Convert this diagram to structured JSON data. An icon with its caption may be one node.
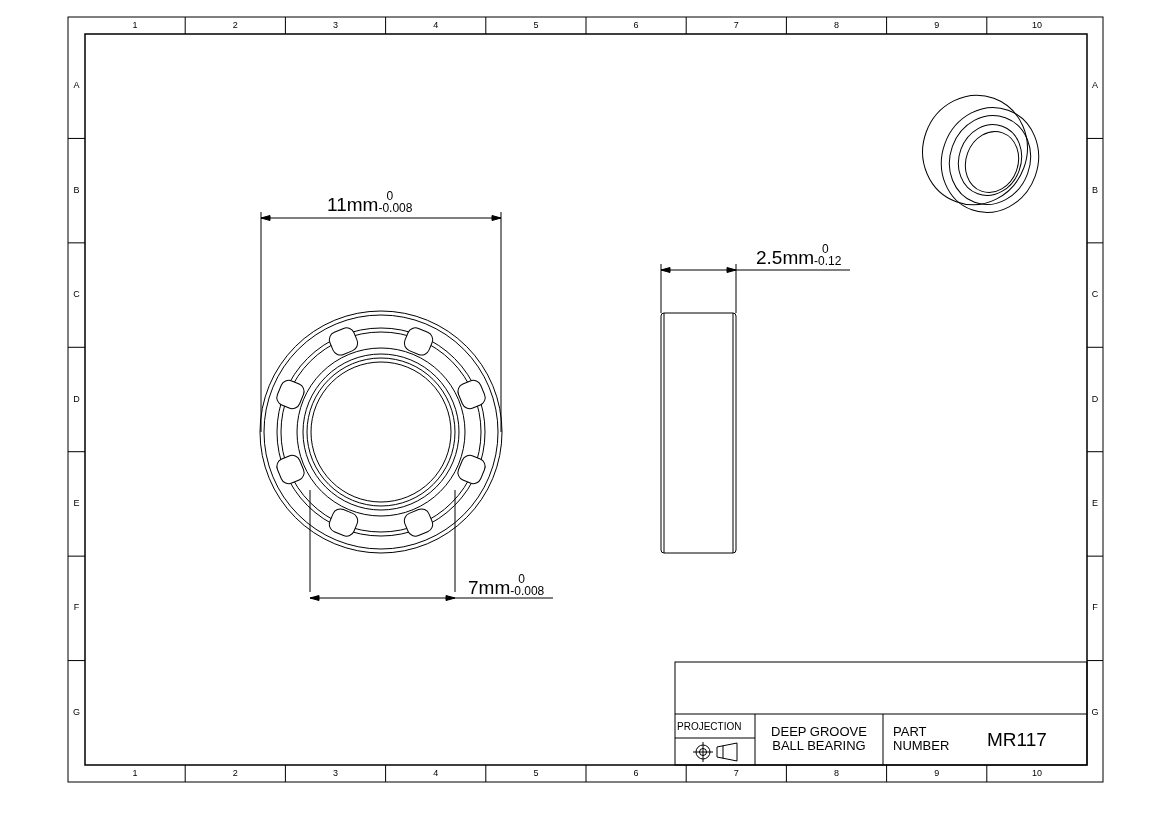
{
  "diagram": {
    "labels": [
      "1",
      "2",
      "3",
      "4",
      "5",
      "6",
      "7",
      "8",
      "9",
      "10",
      "A",
      "B",
      "C",
      "D",
      "E",
      "F",
      "G",
      "A",
      "B",
      "C",
      "D",
      "E",
      "F",
      "G",
      "1",
      "2",
      "3",
      "4",
      "5",
      "6",
      "7",
      "8",
      "9",
      "10",
      "11mm$^{0}$$_{-0.008}$",
      "2.5mm$^{0}$$_{-0.12}$",
      "7mm$^{0}$$_{-0.008}$",
      "PROJECTION",
      "DEEP GROOVE BALL BEARING",
      "PART NUMBER",
      "MR117"
    ]
  }
}
